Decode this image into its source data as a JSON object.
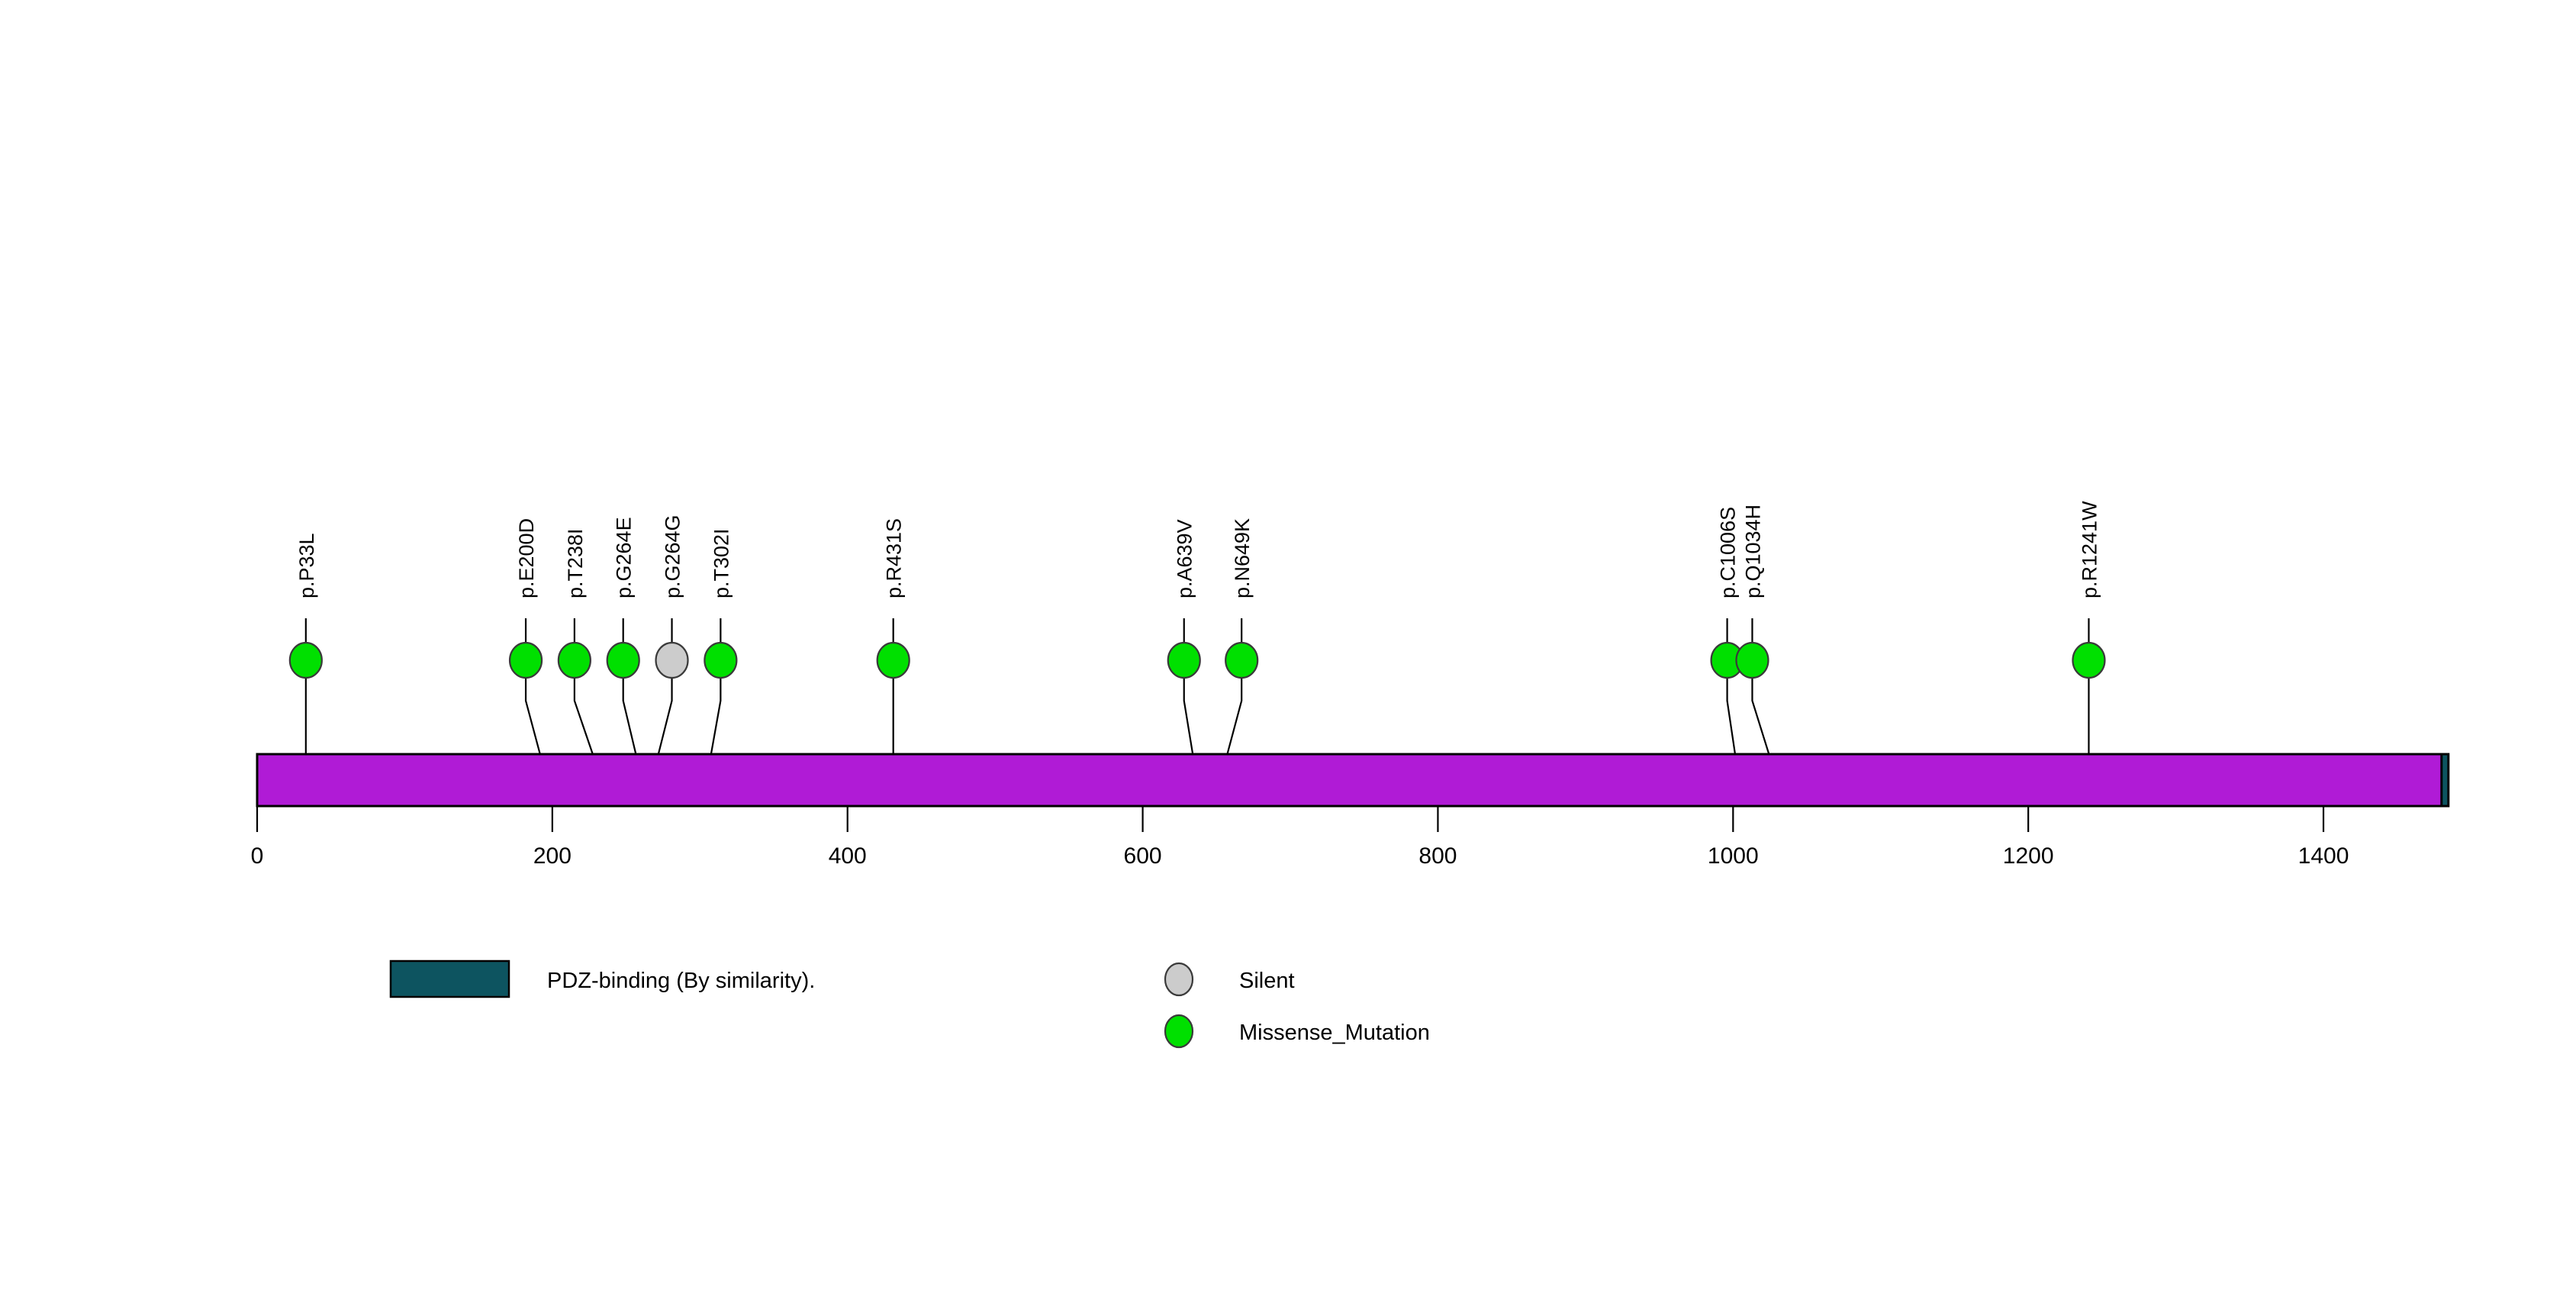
{
  "chart_data": {
    "type": "lollipop",
    "title": "",
    "xlabel": "",
    "ylabel": "",
    "xlim": [
      0,
      1484
    ],
    "axis_ticks": [
      {
        "value": 0,
        "label": "0"
      },
      {
        "value": 200,
        "label": "200"
      },
      {
        "value": 400,
        "label": "400"
      },
      {
        "value": 600,
        "label": "600"
      },
      {
        "value": 800,
        "label": "800"
      },
      {
        "value": 1000,
        "label": "1000"
      },
      {
        "value": 1200,
        "label": "1200"
      },
      {
        "value": 1400,
        "label": "1400"
      }
    ],
    "protein": {
      "length": 1484,
      "backbone_color": "#b01bd6",
      "domains": [
        {
          "name": "PDZ-binding (By similarity).",
          "start": 1480,
          "end": 1484,
          "color": "#0d5460"
        }
      ]
    },
    "mutations": [
      {
        "label": "p.P33L",
        "position": 33,
        "count": 1,
        "type": "Missense_Mutation",
        "color": "#00e000",
        "display_position": 33
      },
      {
        "label": "p.E200D",
        "position": 200,
        "count": 1,
        "type": "Missense_Mutation",
        "color": "#00e000",
        "display_position": 182
      },
      {
        "label": "p.T238I",
        "position": 238,
        "count": 1,
        "type": "Missense_Mutation",
        "color": "#00e000",
        "display_position": 215
      },
      {
        "label": "p.G264E",
        "position": 264,
        "count": 1,
        "type": "Missense_Mutation",
        "color": "#00e000",
        "display_position": 248
      },
      {
        "label": "p.G264G",
        "position": 264,
        "count": 1,
        "type": "Silent",
        "color": "#cccccc",
        "display_position": 281
      },
      {
        "label": "p.T302I",
        "position": 302,
        "count": 1,
        "type": "Missense_Mutation",
        "color": "#00e000",
        "display_position": 314
      },
      {
        "label": "p.R431S",
        "position": 431,
        "count": 1,
        "type": "Missense_Mutation",
        "color": "#00e000",
        "display_position": 431
      },
      {
        "label": "p.A639V",
        "position": 639,
        "count": 1,
        "type": "Missense_Mutation",
        "color": "#00e000",
        "display_position": 628
      },
      {
        "label": "p.N649K",
        "position": 649,
        "count": 1,
        "type": "Missense_Mutation",
        "color": "#00e000",
        "display_position": 667
      },
      {
        "label": "p.C1006S",
        "position": 1006,
        "count": 1,
        "type": "Missense_Mutation",
        "color": "#00e000",
        "display_position": 996
      },
      {
        "label": "p.Q1034H",
        "position": 1034,
        "count": 1,
        "type": "Missense_Mutation",
        "color": "#00e000",
        "display_position": 1013
      },
      {
        "label": "p.R1241W",
        "position": 1241,
        "count": 1,
        "type": "Missense_Mutation",
        "color": "#00e000",
        "display_position": 1241
      }
    ]
  },
  "legend": {
    "domain_entries": [
      {
        "label": "PDZ-binding (By similarity).",
        "color": "#0d5460",
        "shape": "rect"
      }
    ],
    "mutation_entries": [
      {
        "label": "Silent",
        "color": "#cccccc",
        "shape": "circle"
      },
      {
        "label": "Missense_Mutation",
        "color": "#00e000",
        "shape": "circle"
      }
    ]
  },
  "colors": {
    "backbone": "#b01bd6",
    "domain_pdz": "#0d5460",
    "missense": "#00e000",
    "silent": "#cccccc",
    "outline": "#000000",
    "background": "#ffffff"
  }
}
